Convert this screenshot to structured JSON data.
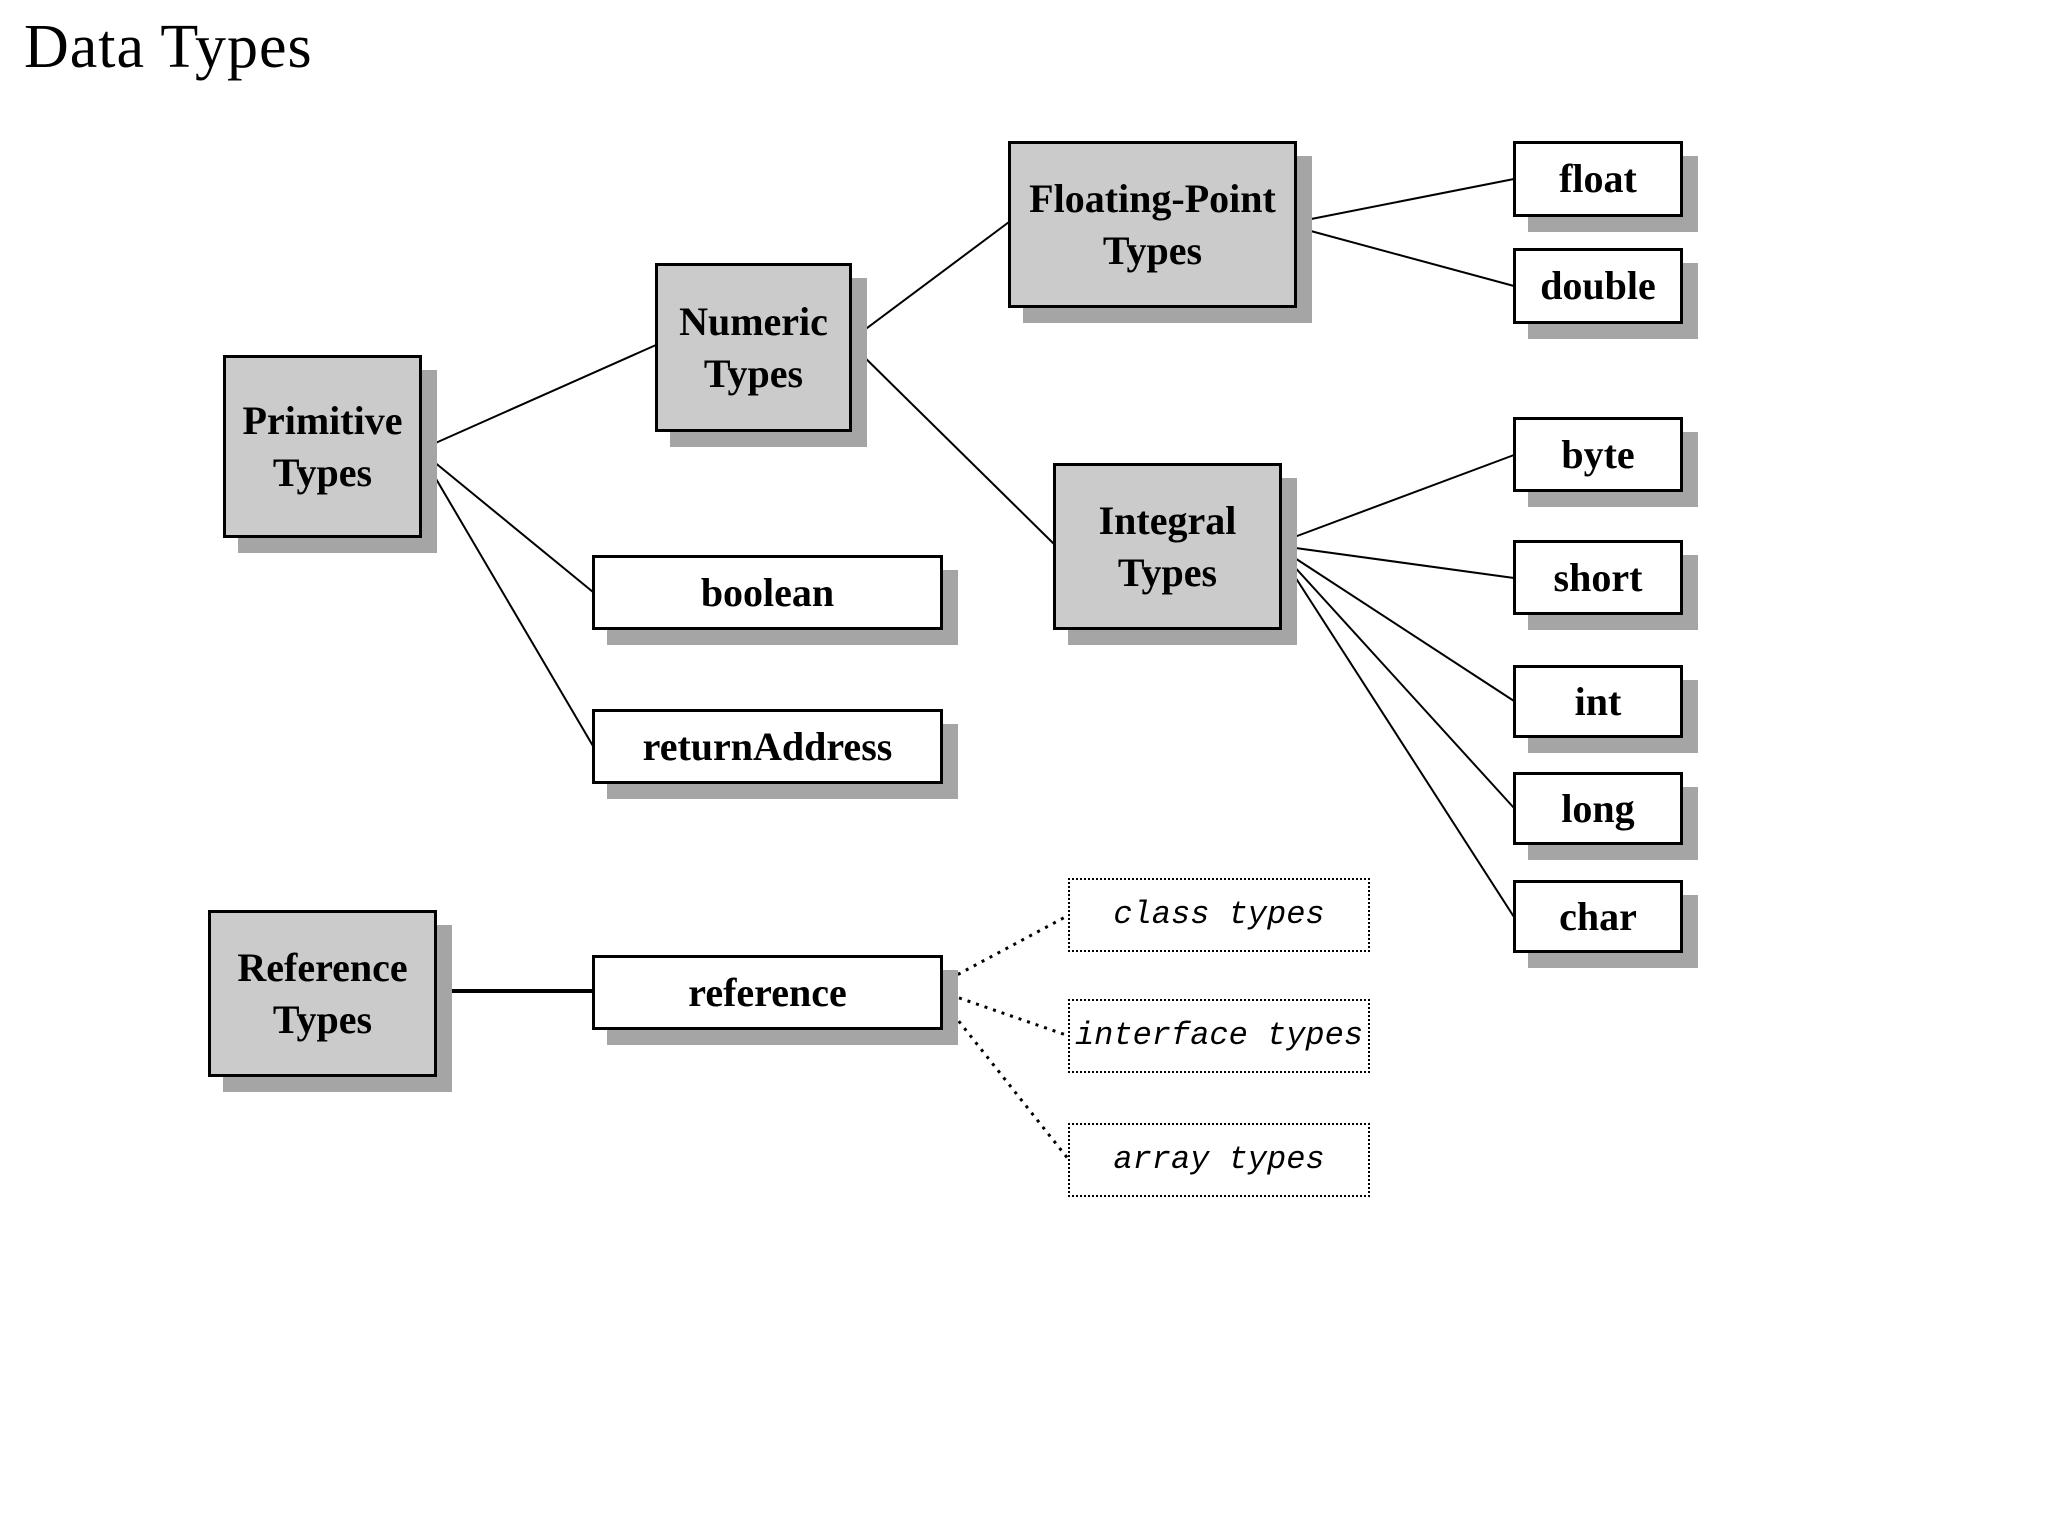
{
  "title": "Data Types",
  "colors": {
    "background": "#ffffff",
    "category_fill": "#cbcbcb",
    "leaf_fill": "#ffffff",
    "border": "#000000",
    "shadow": "#a5a5a5",
    "text": "#000000"
  },
  "nodes": {
    "primitive": {
      "label": "Primitive\nTypes"
    },
    "numeric": {
      "label": "Numeric\nTypes"
    },
    "floating": {
      "label": "Floating-Point\nTypes"
    },
    "integral": {
      "label": "Integral\nTypes"
    },
    "reference_types": {
      "label": "Reference\nTypes"
    },
    "boolean": {
      "label": "boolean"
    },
    "return_address": {
      "label": "returnAddress"
    },
    "reference": {
      "label": "reference"
    },
    "float": {
      "label": "float"
    },
    "double": {
      "label": "double"
    },
    "byte": {
      "label": "byte"
    },
    "short": {
      "label": "short"
    },
    "int": {
      "label": "int"
    },
    "long": {
      "label": "long"
    },
    "char": {
      "label": "char"
    },
    "class_types": {
      "label": "class types"
    },
    "interface_types": {
      "label": "interface types"
    },
    "array_types": {
      "label": "array types"
    }
  },
  "edges": [
    {
      "from": "Primitive Types",
      "to": "Numeric Types",
      "style": "solid"
    },
    {
      "from": "Primitive Types",
      "to": "boolean",
      "style": "solid"
    },
    {
      "from": "Primitive Types",
      "to": "returnAddress",
      "style": "solid"
    },
    {
      "from": "Numeric Types",
      "to": "Floating-Point Types",
      "style": "solid"
    },
    {
      "from": "Numeric Types",
      "to": "Integral Types",
      "style": "solid"
    },
    {
      "from": "Floating-Point Types",
      "to": "float",
      "style": "solid"
    },
    {
      "from": "Floating-Point Types",
      "to": "double",
      "style": "solid"
    },
    {
      "from": "Integral Types",
      "to": "byte",
      "style": "solid"
    },
    {
      "from": "Integral Types",
      "to": "short",
      "style": "solid"
    },
    {
      "from": "Integral Types",
      "to": "int",
      "style": "solid"
    },
    {
      "from": "Integral Types",
      "to": "long",
      "style": "solid"
    },
    {
      "from": "Integral Types",
      "to": "char",
      "style": "solid"
    },
    {
      "from": "Reference Types",
      "to": "reference",
      "style": "solid"
    },
    {
      "from": "reference",
      "to": "class types",
      "style": "dotted"
    },
    {
      "from": "reference",
      "to": "interface types",
      "style": "dotted"
    },
    {
      "from": "reference",
      "to": "array types",
      "style": "dotted"
    }
  ]
}
